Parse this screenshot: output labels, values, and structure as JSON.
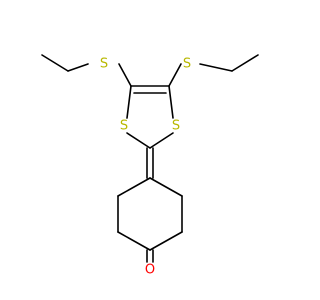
{
  "colors": {
    "sulfur": "#B8B800",
    "oxygen": "#FF0000",
    "bond": "#000000",
    "background": "#FFFFFF"
  },
  "atoms": {
    "s_ethyl_left": "S",
    "s_ethyl_right": "S",
    "s_ring_left": "S",
    "s_ring_right": "S",
    "o_ketone": "O"
  }
}
